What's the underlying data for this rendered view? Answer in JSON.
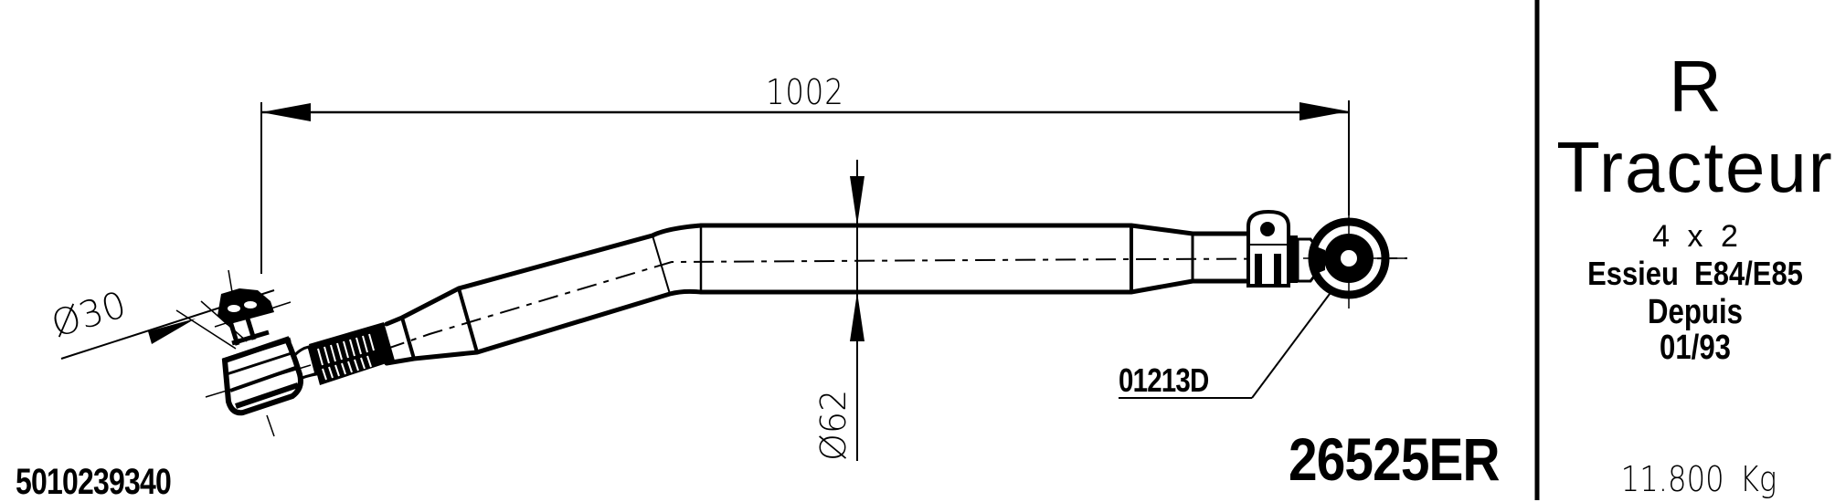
{
  "drawing": {
    "overall_length": "1002",
    "ball_stud_diameter": "Ø30",
    "tube_diameter": "Ø62",
    "clamp_reference": "01213D",
    "part_number": "26525ER",
    "oem_number": "5010239340"
  },
  "info_panel": {
    "side_code": "R",
    "vehicle_type": "Tracteur",
    "configuration": "4 x 2",
    "axle": "Essieu  E84/E85",
    "since_label": "Depuis",
    "since_date": "01/93",
    "weight": "11.800 Kg"
  },
  "colors": {
    "line": "#000000",
    "background": "#ffffff"
  }
}
